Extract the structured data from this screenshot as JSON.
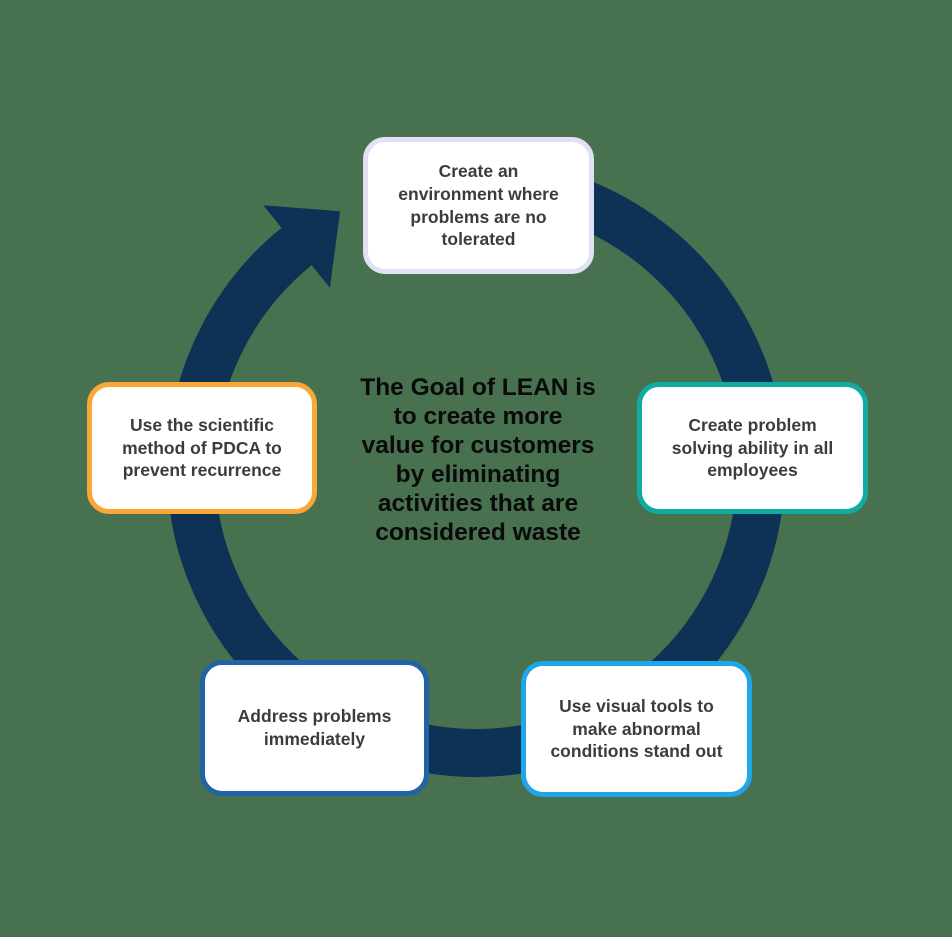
{
  "canvas": {
    "background_color": "#47714F"
  },
  "arrow": {
    "name": "clockwise-cycle-arrow",
    "color": "#0E3156"
  },
  "center_text": {
    "lines": [
      "The Goal of LEAN is",
      "to create more",
      "value for customers",
      "by eliminating",
      "activities that are",
      "considered waste"
    ]
  },
  "steps": [
    {
      "position": "top",
      "border_color": "#E1E1F3",
      "label_lines": [
        "Create an",
        "environment where",
        "problems are no",
        "tolerated"
      ]
    },
    {
      "position": "right",
      "border_color": "#12ABA3",
      "label_lines": [
        "Create problem",
        "solving ability in all",
        "employees"
      ]
    },
    {
      "position": "bottom-right",
      "border_color": "#1FA6E8",
      "label_lines": [
        "Use visual tools to",
        "make abnormal",
        "conditions stand out"
      ]
    },
    {
      "position": "bottom-left",
      "border_color": "#2263A6",
      "label_lines": [
        "Address problems",
        "immediately"
      ]
    },
    {
      "position": "left",
      "border_color": "#F9A835",
      "label_lines": [
        "Use the scientific",
        "method of PDCA to",
        "prevent recurrence"
      ]
    }
  ]
}
